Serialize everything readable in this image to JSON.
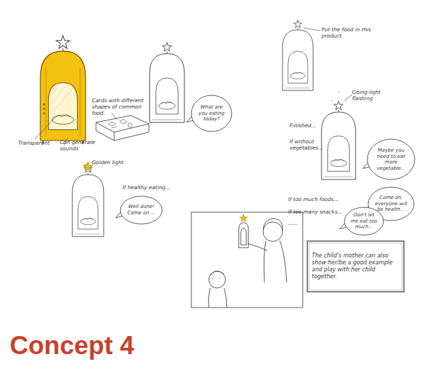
{
  "diagram": {
    "title": "Concept 4",
    "nodes": [
      {
        "text": [
          "What are you eating today?"
        ]
      },
      {
        "text": [
          "Maybe you need to eat more vegetable..."
        ]
      },
      {
        "text": [
          "Come on, everyone will be health..."
        ]
      },
      {
        "text": [
          "Don't let me eat too much..."
        ]
      },
      {
        "text": [
          "Well done! Come on ..."
        ]
      },
      {
        "text": [
          "The child's mother can also show her/be a good example and play with her child together."
        ]
      }
    ],
    "labels": [
      "Cards with different shapes of common food.",
      "Transparent",
      "Can generate sounds",
      "Put the food in this product.",
      "Going light flashing",
      "Finished...",
      "If without vegetables...",
      "If too much foods...",
      "If too many snacks...",
      "......",
      "Golden light",
      "If healthy eating..."
    ]
  }
}
